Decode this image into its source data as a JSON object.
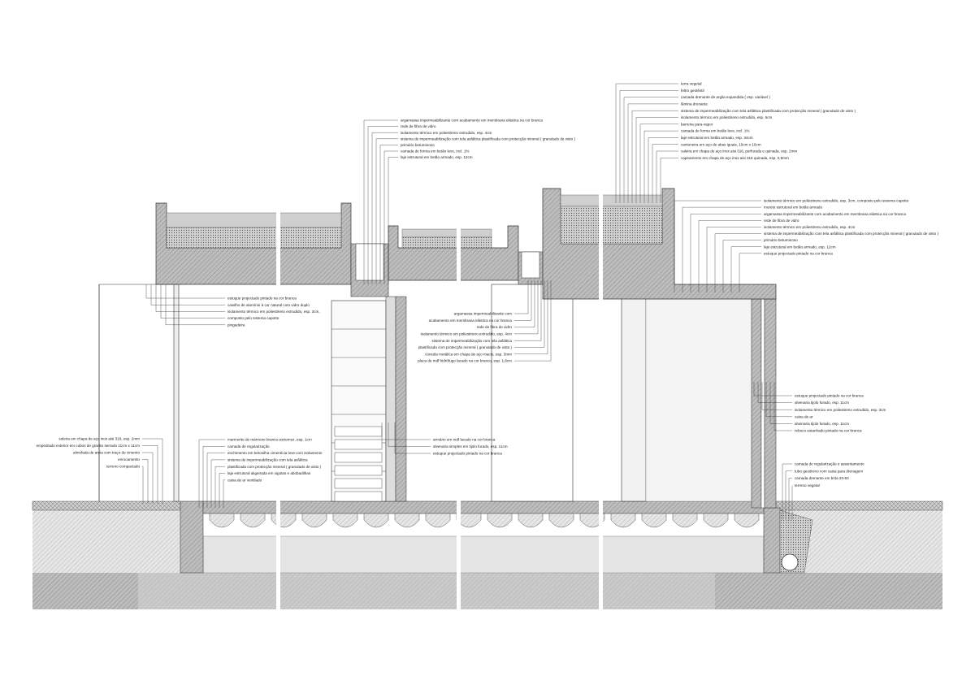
{
  "drawing": {
    "roof_mid_labels": [
      "argamassa impermeabilizante com acabamento em membrana elástica na cor branca",
      "rede de fibra de vidro",
      "isolamento térmico em poliestireno extrudido, esp. 4cm",
      "sistema de impermeabilização com tela asfáltica plastificada com protecção mineral ( granulado de xisto )",
      "primário betuminoso",
      "camada de forma em betão leve, incl. 1%",
      "laje estrutural em betão armado, esp. 12cm"
    ],
    "roof_right_labels": [
      "terra vegetal",
      "feltro geotêxtil",
      "camada drenante de argila expandida ( esp. variável )",
      "lâmina drenante",
      "sistema de impermeabilização com tela asfáltica plastificada com protecção mineral ( granulado de xisto )",
      "isolamento térmico em poliestireno extrudido, esp. 6cm",
      "barreira para-vapor",
      "camada de forma em betão leve, incl. 1%",
      "laje estrutural em betão armado, esp. 34cm",
      "cantoneira em aço de abas iguais, 10cm x 10cm",
      "caleira em chapa de aço inox aisi 316, perfurada e quinada, esp. 2mm",
      "capeamento em chapa de aço inox aisi 316 quinada, esp. 0,8mm"
    ],
    "parapet_right_labels": [
      "isolamento térmico em poliestireno extrudido, esp. 3cm, composto pelo sistema capotto",
      "murete estrutural em betão armado",
      "argamassa impermeabilizante com acabamento em membrana elástica na cor branca",
      "rede de fibra de vidro",
      "isolamento térmico em poliestireno extrudido, esp. 4cm",
      "sistema de impermeabilização com tela asfáltica plastificada com protecção mineral ( granulado de xisto )",
      "primário betuminoso",
      "laje estrutural em betão armado, esp. 12cm",
      "estuque projectado pintado na cor branca"
    ],
    "window_left_labels": [
      "estuque projectado pintado na cor branca",
      "caixilho de alumínio à cor natural com vidro duplo",
      "isolamento térmico em poliestireno extrudido, esp. 3cm,",
      "composto pelo sistema capotto",
      "pingadeira"
    ],
    "gutter_mid_labels": [
      "argamassa impermeabilizante com",
      "acabamento em membrana elástica na cor branca",
      "rede de fibra de vidro",
      "isolamento térmico em poliestireno extrudido, esp. 4cm",
      "sistema de impermeabilização com tela asfáltica",
      "plastificada com protecção mineral ( granulado de xisto )",
      "consola metálica em chapa de aço macio, esp. 3mm",
      "placa de mdf hidrófugo lacado na cor branco, esp. 1,6cm"
    ],
    "cabinet_labels": [
      "armário em mdf lacado na cor branca",
      "alvenaria simples em tijolo furado, esp. 11cm",
      "estuque projectado pintado na cor branca"
    ],
    "wall_right_labels": [
      "estuque projectado pintado na cor branca",
      "alvenaria tijolo furado, esp. 11cm",
      "isolamento térmico em poliestireno extrudido, esp. 3cm",
      "caixa de ar",
      "alvenaria tijolo furado, esp. 11cm",
      "reboco estanhado pintado na cor branca"
    ],
    "drain_right_labels": [
      "camada de regularização e assentamento",
      "tubo geodreno com caixa para drenagem",
      "camada drenante em brita 20-50",
      "terreno vegetal"
    ],
    "exterior_left_labels": [
      "soleira em chapa de aço inox aisi 316, esp. 2mm",
      "empedrado exterior em cubos de granito serrado 11cm x 11cm",
      "almofada de areia com traço de cimento",
      "enrocamento",
      "terreno compactado"
    ],
    "floor_labels": [
      "marmorite de mármore branco-estremoz, esp. 1cm",
      "camada de regularização",
      "enchimento em betonilha cimentícia leve com isolamento",
      "sistema de impermeabilização com tela asfáltica",
      "plastificada com protecção mineral ( granulado de xisto )",
      "laje estrutural aligeirada em vigotas e abobadilhas",
      "caixa de ar ventilado"
    ]
  }
}
